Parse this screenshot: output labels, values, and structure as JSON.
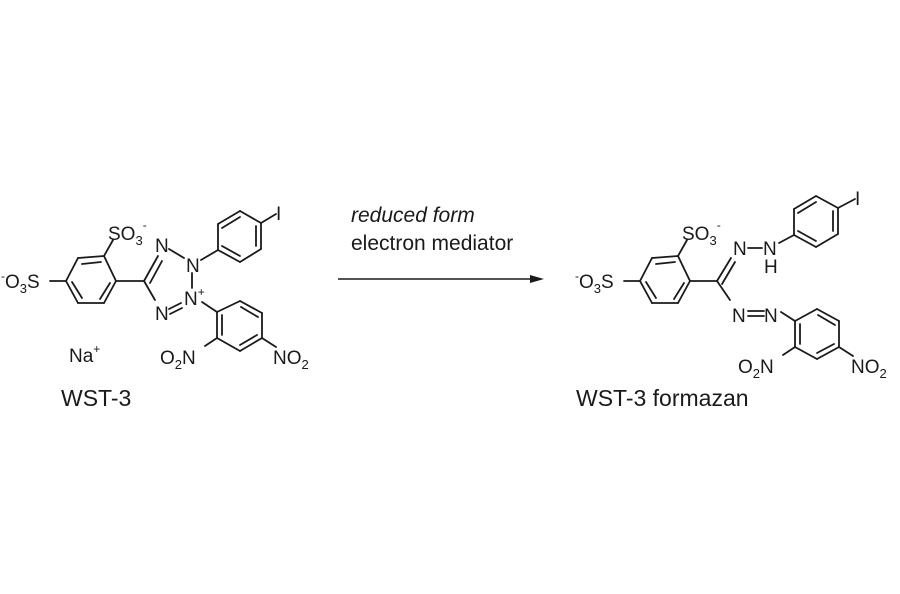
{
  "reaction": {
    "arrow_direction": "right",
    "conditions": {
      "line1": "reduced form",
      "line2": "electron mediator"
    }
  },
  "reactant": {
    "name": "WST-3",
    "counterion": "Na",
    "counterion_charge": "+",
    "groups": {
      "sulfonate_top": {
        "main": "SO",
        "sub": "3",
        "charge": "-"
      },
      "sulfonate_left": {
        "charge": "-",
        "o": "O",
        "sub": "3",
        "s": "S"
      },
      "iodo": "I",
      "n1": "N",
      "n2": "N",
      "n3": "N",
      "n4": "N",
      "n4_charge": "+",
      "nitro_left": {
        "o": "O",
        "sub": "2",
        "n": "N"
      },
      "nitro_right": {
        "n": "NO",
        "sub": "2"
      }
    }
  },
  "product": {
    "name": "WST-3 formazan",
    "groups": {
      "sulfonate_top": {
        "main": "SO",
        "sub": "3",
        "charge": "-"
      },
      "sulfonate_left": {
        "charge": "-",
        "o": "O",
        "sub": "3",
        "s": "S"
      },
      "iodo": "I",
      "n_a": "N",
      "n_b": "N",
      "h": "H",
      "n_c": "N",
      "n_d": "N",
      "nitro_left": {
        "o": "O",
        "sub": "2",
        "n": "N"
      },
      "nitro_right": {
        "n": "NO",
        "sub": "2"
      }
    }
  },
  "colors": {
    "ink": "#1a1a1a",
    "background": "#ffffff"
  }
}
